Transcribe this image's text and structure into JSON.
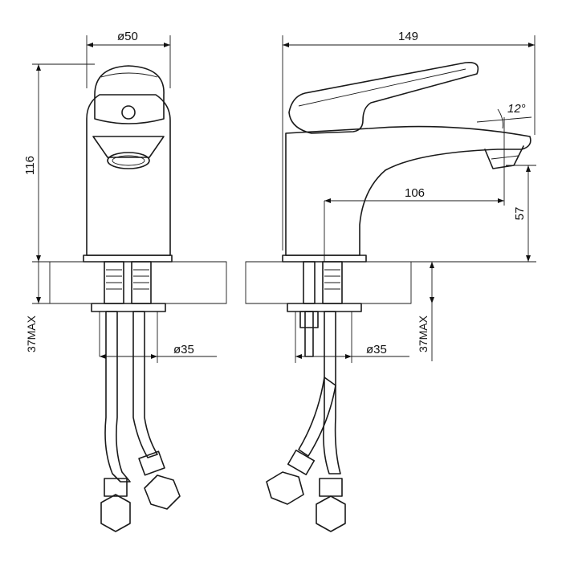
{
  "dimensions": {
    "diameter_top": "ø50",
    "height": "116",
    "length": "149",
    "reach": "106",
    "spout_height": "57",
    "angle": "12°",
    "max_thickness_left": "37MAX",
    "max_thickness_right": "37MAX",
    "hole_diameter_left": "ø35",
    "hole_diameter_right": "ø35"
  },
  "colors": {
    "line": "#1a1a1a",
    "background": "#ffffff"
  }
}
